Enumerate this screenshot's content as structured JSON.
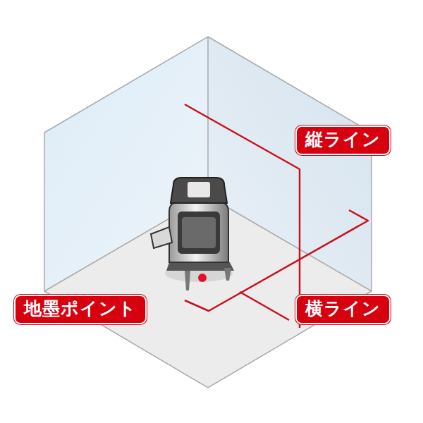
{
  "diagram": {
    "nodes": [
      {
        "text": [
          "縦ライン"
        ]
      },
      {
        "text": [
          "地墨ポイント"
        ]
      },
      {
        "text": [
          "横ライン"
        ]
      }
    ]
  }
}
